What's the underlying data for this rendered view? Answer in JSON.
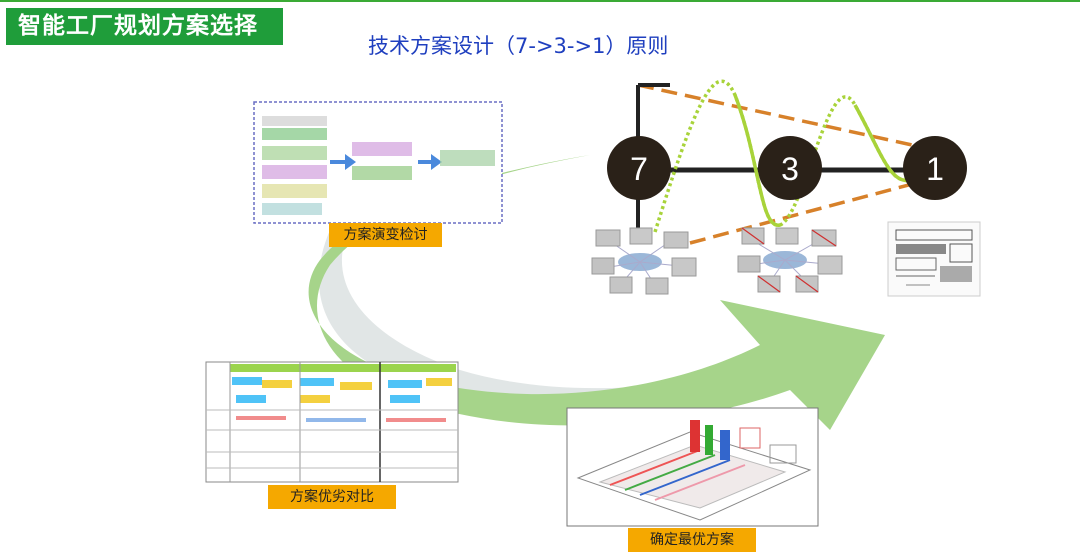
{
  "header": {
    "title": "智能工厂规划方案选择"
  },
  "subtitle": "技术方案设计（7->3->1）原则",
  "labels": {
    "evolution": "方案演变检讨",
    "comparison": "方案优劣对比",
    "optimal": "确定最优方案"
  },
  "nodes": [
    {
      "value": "7"
    },
    {
      "value": "3"
    },
    {
      "value": "1"
    }
  ],
  "colors": {
    "header_green": "#1f9d3a",
    "arrow_green": "#a6d48a",
    "node_fill": "#2a2118",
    "dashed_orange": "#d7812a",
    "wave_green": "#a8d33a",
    "label_orange": "#f5a800",
    "subtitle_blue": "#1f3fbf"
  }
}
